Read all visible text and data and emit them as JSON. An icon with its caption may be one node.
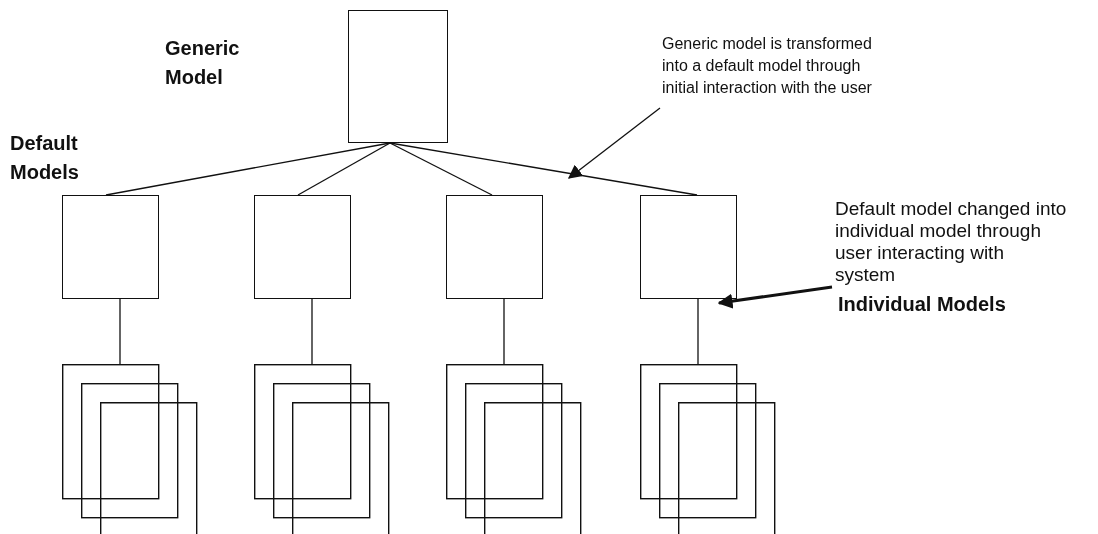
{
  "diagram": {
    "nodes": [
      {
        "text": [],
        "shape": "box"
      },
      {
        "text": [],
        "shape": "box"
      },
      {
        "text": [],
        "shape": "box"
      },
      {
        "text": [],
        "shape": "box"
      },
      {
        "text": [],
        "shape": "box"
      },
      {
        "text": [],
        "shape": "box"
      },
      {
        "text": [],
        "shape": "box"
      },
      {
        "text": [],
        "shape": "box"
      },
      {
        "text": [],
        "shape": "box"
      },
      {
        "text": [
          "Generic model is transformed into a default model through initial interaction with the user"
        ]
      },
      {
        "text": [
          "Default model changed into individual model through user interacting with system"
        ]
      }
    ],
    "edges": [
      {
        "from": 0,
        "to": 1,
        "arrow": "none"
      },
      {
        "from": 0,
        "to": 2,
        "arrow": "none"
      },
      {
        "from": 0,
        "to": 3,
        "arrow": "none"
      },
      {
        "from": 0,
        "to": 4,
        "arrow": "none"
      },
      {
        "from": 1,
        "to": 5,
        "arrow": "none"
      },
      {
        "from": 2,
        "to": 6,
        "arrow": "none"
      },
      {
        "from": 3,
        "to": 7,
        "arrow": "none"
      },
      {
        "from": 4,
        "to": 8,
        "arrow": "none"
      },
      {
        "from": 9,
        "to": null,
        "arrow": "to"
      },
      {
        "from": 10,
        "to": 4,
        "arrow": "to",
        "style": "thick"
      }
    ],
    "labels": [
      "Generic Model",
      "Default Models",
      "Individual Models"
    ]
  }
}
